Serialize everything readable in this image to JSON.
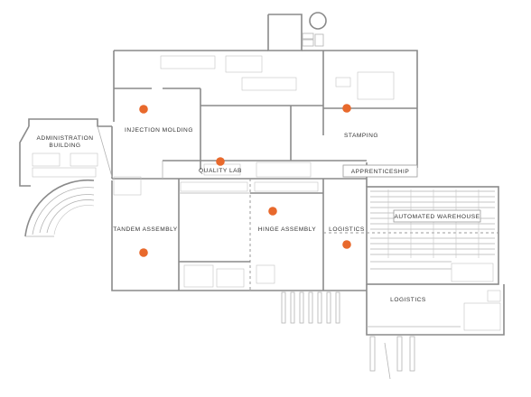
{
  "areas": [
    {
      "id": "admin",
      "lines": [
        "ADMINISTRATION",
        "BUILDING"
      ]
    },
    {
      "id": "injection",
      "lines": [
        "INJECTION MOLDING"
      ],
      "marker": true
    },
    {
      "id": "stamping",
      "lines": [
        "STAMPING"
      ],
      "marker": true
    },
    {
      "id": "quality",
      "lines": [
        "QUALITY LAB"
      ],
      "marker": true
    },
    {
      "id": "apprenticeship",
      "lines": [
        "APPRENTICESHIP"
      ]
    },
    {
      "id": "tandem",
      "lines": [
        "TANDEM ASSEMBLY"
      ],
      "marker": true
    },
    {
      "id": "hinge",
      "lines": [
        "HINGE ASSEMBLY"
      ],
      "marker": true
    },
    {
      "id": "logistics-mid",
      "lines": [
        "LOGISTICS"
      ],
      "marker": true
    },
    {
      "id": "warehouse",
      "lines": [
        "AUTOMATED WAREHOUSE"
      ]
    },
    {
      "id": "logistics-south",
      "lines": [
        "LOGISTICS"
      ]
    }
  ],
  "colors": {
    "wall": "#8a8a8a",
    "marker": "#e8692c",
    "text": "#333333"
  }
}
